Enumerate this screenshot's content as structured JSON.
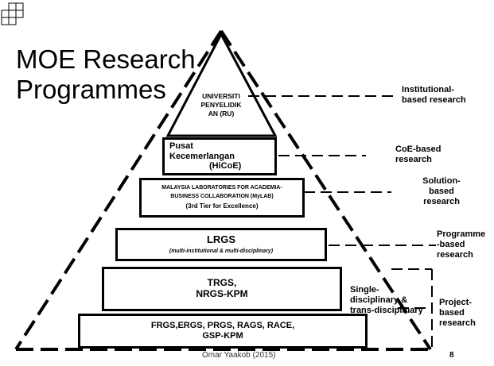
{
  "title_line1": "MOE Research",
  "title_line2": "Programmes",
  "tiers": {
    "ru": {
      "line1": "UNIVERSITI",
      "line2": "PENYELIDIK",
      "line3": "AN (RU)"
    },
    "hicoe": {
      "line1": "Pusat",
      "line2": "Kecemerlangan",
      "line3": "(HiCoE)"
    },
    "mylab": {
      "line1": "MALAYSIA LABORATORIES FOR ACADEMIA-",
      "line2": "BUSINESS COLLABORATION (MyLAB)",
      "line3": "(3rd Tier for Excellence)"
    },
    "lrgs": {
      "line1": "LRGS",
      "line2": "(multi-institutional & multi-disciplinary)"
    },
    "trgs": {
      "line1": "TRGS,",
      "line2": "NRGS-KPM"
    },
    "frgs": {
      "line1": "FRGS,ERGS, PRGS, RAGS, RACE,",
      "line2": "GSP-KPM"
    }
  },
  "labels": {
    "institutional": {
      "line1": "Institutional-",
      "line2": "based research"
    },
    "coe": {
      "line1": "CoE-based",
      "line2": "research"
    },
    "solution": {
      "line1": "Solution-",
      "line2": "based",
      "line3": "research"
    },
    "programme": {
      "line1": "Programme",
      "line2": "-based",
      "line3": "research"
    },
    "single": {
      "line1": "Single-",
      "line2": "disciplinary  &",
      "line3": "trans-disciplinary"
    },
    "project": {
      "line1": "Project-",
      "line2": "based",
      "line3": "research"
    }
  },
  "footer": "Omar Yaakob (2015)",
  "page_number": "8"
}
